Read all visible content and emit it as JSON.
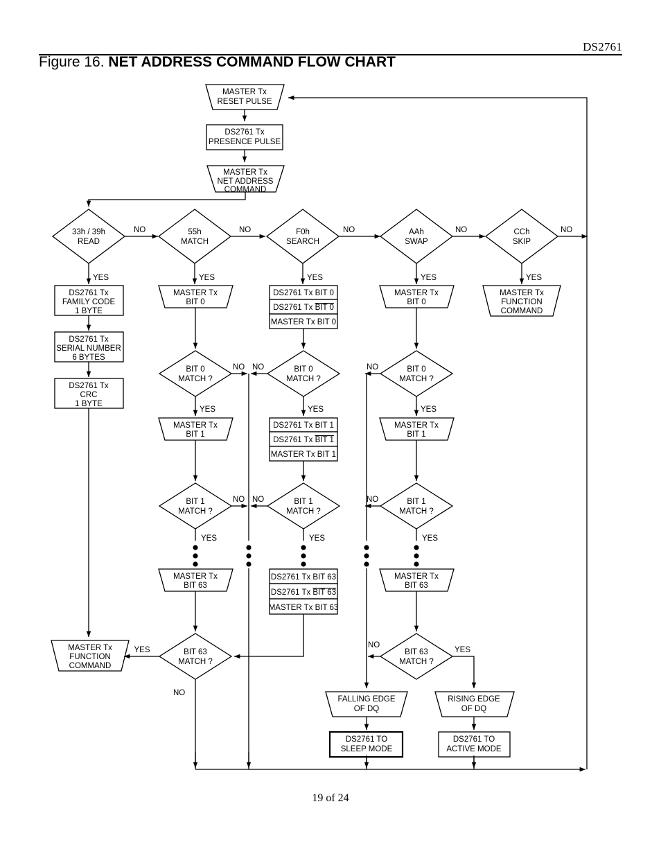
{
  "header": {
    "part_number": "DS2761",
    "figure_label": "Figure 16.",
    "figure_title": "NET ADDRESS COMMAND FLOW CHART"
  },
  "footer": {
    "page": "19 of 24"
  },
  "labels": {
    "yes": "YES",
    "no": "NO"
  },
  "top_flow": {
    "reset_pulse": {
      "l1": "MASTER Tx",
      "l2": "RESET PULSE"
    },
    "presence_pulse": {
      "l1": "DS2761 Tx",
      "l2": "PRESENCE PULSE"
    },
    "net_address_command": {
      "l1": "MASTER Tx",
      "l2": "NET ADDRESS",
      "l3": "COMMAND"
    }
  },
  "decisions": {
    "read": {
      "l1": "33h / 39h",
      "l2": "READ"
    },
    "match": {
      "l1": "55h",
      "l2": "MATCH"
    },
    "search": {
      "l1": "F0h",
      "l2": "SEARCH"
    },
    "swap": {
      "l1": "AAh",
      "l2": "SWAP"
    },
    "skip": {
      "l1": "CCh",
      "l2": "SKIP"
    }
  },
  "read_branch": {
    "family_code": {
      "l1": "DS2761 Tx",
      "l2": "FAMILY CODE",
      "l3": "1 BYTE"
    },
    "serial_number": {
      "l1": "DS2761 Tx",
      "l2": "SERIAL NUMBER",
      "l3": "6 BYTES"
    },
    "crc": {
      "l1": "DS2761 Tx",
      "l2": "CRC",
      "l3": "1 BYTE"
    },
    "function_command": {
      "l1": "MASTER Tx",
      "l2": "FUNCTION",
      "l3": "COMMAND"
    }
  },
  "match_branch": {
    "bit0_tx": {
      "l1": "MASTER Tx",
      "l2": "BIT 0"
    },
    "bit0_q": {
      "l1": "BIT 0",
      "l2": "MATCH ?"
    },
    "bit1_tx": {
      "l1": "MASTER Tx",
      "l2": "BIT 1"
    },
    "bit1_q": {
      "l1": "BIT 1",
      "l2": "MATCH ?"
    },
    "bit63_tx": {
      "l1": "MASTER Tx",
      "l2": "BIT 63"
    },
    "bit63_q": {
      "l1": "BIT 63",
      "l2": "MATCH ?"
    }
  },
  "search_branch": {
    "bit0_stack": {
      "r1": "DS2761 Tx BIT 0",
      "r2_pre": "DS2761 Tx ",
      "r2_bar": "BIT 0",
      "r3": "MASTER Tx BIT 0"
    },
    "bit0_q": {
      "l1": "BIT 0",
      "l2": "MATCH ?"
    },
    "bit1_stack": {
      "r1": "DS2761 Tx BIT 1",
      "r2_pre": "DS2761 Tx ",
      "r2_bar": "BIT 1",
      "r3": "MASTER Tx BIT 1"
    },
    "bit1_q": {
      "l1": "BIT 1",
      "l2": "MATCH ?"
    },
    "bit63_stack": {
      "r1": "DS2761 Tx BIT 63",
      "r2_pre": "DS2761 Tx ",
      "r2_bar": "BIT 63",
      "r3": "MASTER Tx BIT 63"
    }
  },
  "swap_branch": {
    "bit0_tx": {
      "l1": "MASTER Tx",
      "l2": "BIT 0"
    },
    "bit0_q": {
      "l1": "BIT 0",
      "l2": "MATCH ?"
    },
    "bit1_tx": {
      "l1": "MASTER Tx",
      "l2": "BIT 1"
    },
    "bit1_q": {
      "l1": "BIT 1",
      "l2": "MATCH ?"
    },
    "bit63_tx": {
      "l1": "MASTER Tx",
      "l2": "BIT 63"
    },
    "bit63_q": {
      "l1": "BIT 63",
      "l2": "MATCH ?"
    },
    "falling_edge": {
      "l1": "FALLING EDGE",
      "l2": "OF DQ"
    },
    "rising_edge": {
      "l1": "RISING EDGE",
      "l2": "OF DQ"
    },
    "sleep_mode": {
      "l1": "DS2761 TO",
      "l2": "SLEEP MODE"
    },
    "active_mode": {
      "l1": "DS2761 TO",
      "l2": "ACTIVE MODE"
    }
  },
  "skip_branch": {
    "function_command": {
      "l1": "MASTER Tx",
      "l2": "FUNCTION",
      "l3": "COMMAND"
    }
  },
  "colors": {
    "ink": "#000000",
    "paper": "#ffffff"
  }
}
